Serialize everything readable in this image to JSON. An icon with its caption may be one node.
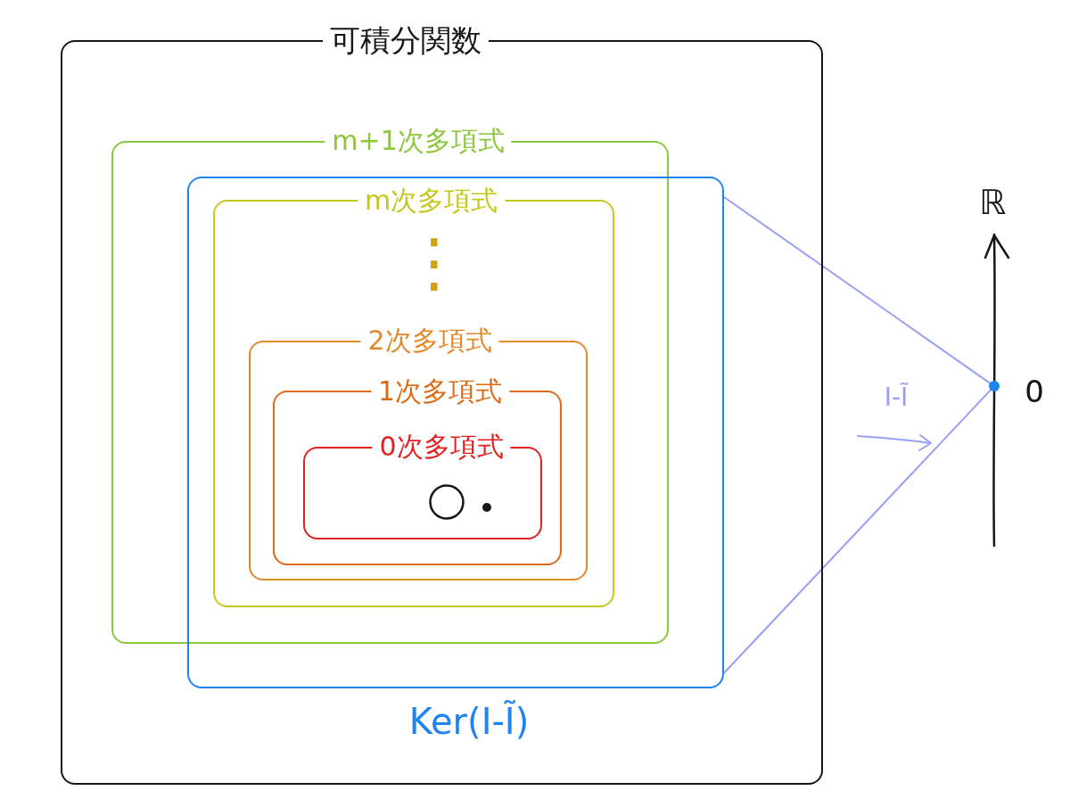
{
  "diagram": {
    "nodes": [
      {
        "text": [
          "可積分関数"
        ]
      },
      {
        "text": [
          "m+1次多項式"
        ],
        "in": 0
      },
      {
        "text": [
          "Ker(I-Ĩ)"
        ],
        "in": 0
      },
      {
        "text": [
          "m次多項式"
        ],
        "in": 2
      },
      {
        "text": [
          "2次多項式"
        ],
        "in": 3
      },
      {
        "text": [
          "1次多項式"
        ],
        "in": 4
      },
      {
        "text": [
          "0次多項式"
        ],
        "in": 5
      },
      {
        "text": [],
        "shape": "circle",
        "in": 6
      },
      {
        "text": [],
        "shape": "dot",
        "in": 6
      },
      {
        "text": [],
        "shape": "dot",
        "beside": [
          "0"
        ]
      }
    ],
    "edges": [
      {
        "from": 2,
        "to": 9,
        "arrow": "none"
      },
      {
        "from": 2,
        "to": 9,
        "arrow": "none"
      }
    ],
    "labels": [
      "⋮",
      "ℝ",
      "I-Ĩ"
    ]
  }
}
